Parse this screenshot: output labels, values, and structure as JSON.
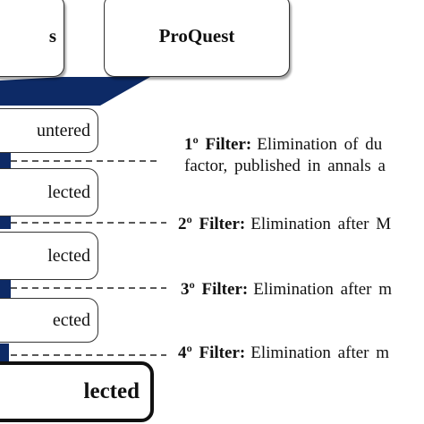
{
  "sources": [
    {
      "label": "s"
    },
    {
      "label": "ProQuest"
    }
  ],
  "stages": [
    {
      "label": "untered"
    },
    {
      "label": "lected"
    },
    {
      "label": "lected"
    },
    {
      "label": "ected"
    }
  ],
  "final": {
    "label": "lected"
  },
  "filters": [
    {
      "label": "1º Filter:",
      "text": "Elimination  of  du",
      "text2": "factor, published in annals a"
    },
    {
      "label": "2º Filter:",
      "text": "Elimination  after  M"
    },
    {
      "label": "3º Filter:",
      "text": "Elimination  after  m"
    },
    {
      "label": "4º Filter:",
      "text": "Elimination  after  m"
    }
  ],
  "colors": {
    "connector": "#0d2a66",
    "border": "#333333"
  }
}
